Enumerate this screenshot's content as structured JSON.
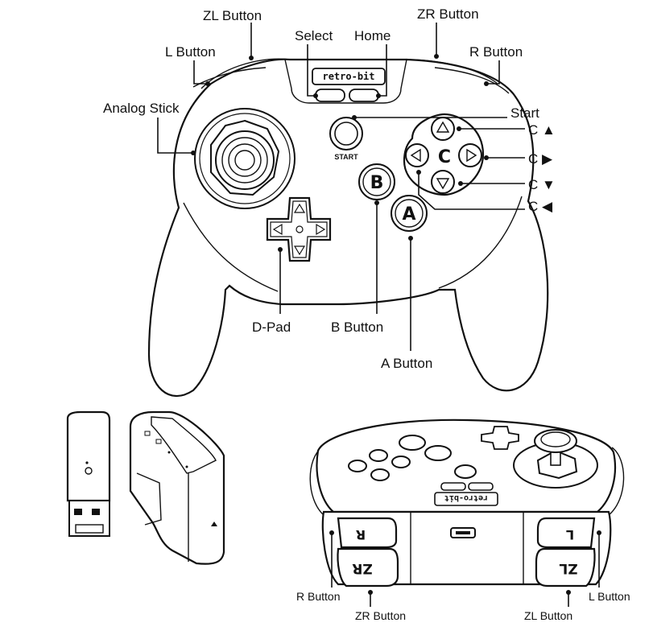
{
  "labels": {
    "zl_button": "ZL Button",
    "zr_button": "ZR Button",
    "select": "Select",
    "home": "Home",
    "l_button": "L Button",
    "r_button": "R Button",
    "analog_stick": "Analog Stick",
    "start": "Start",
    "c_up": "C ▲",
    "c_right": "C ▶",
    "c_down": "C ▼",
    "c_left": "C ◀",
    "d_pad": "D-Pad",
    "b_button": "B Button",
    "a_button": "A Button"
  },
  "device_text": {
    "brand": "retro-bit",
    "start_caption": "START",
    "b_glyph": "B",
    "a_glyph": "A",
    "c_glyph": "C"
  },
  "back_view": {
    "brand": "retro-bit",
    "r_key": "R",
    "zr_key": "ZR",
    "l_key": "L",
    "zl_key": "ZL",
    "labels": {
      "r_button": "R Button",
      "zr_button": "ZR Button",
      "l_button": "L Button",
      "zl_button": "ZL Button"
    }
  }
}
